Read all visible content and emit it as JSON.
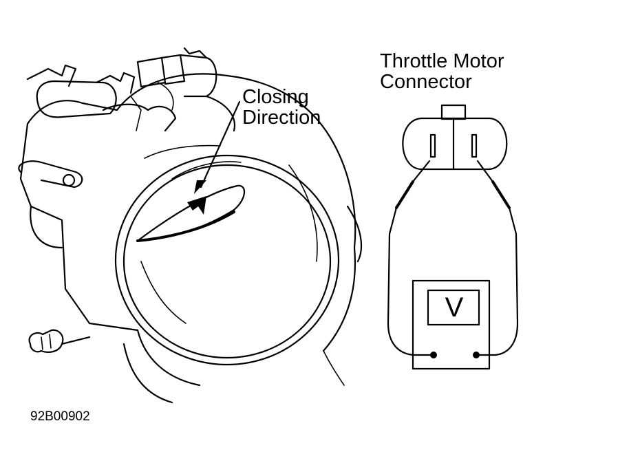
{
  "labels": {
    "closing_line1": "Closing",
    "closing_line2": "Direction",
    "connector_line1": "Throttle Motor",
    "connector_line2": "Connector",
    "figure_id": "92B00902"
  },
  "voltmeter": {
    "symbol": "V"
  },
  "icons": [
    "closing-direction-arrow",
    "voltmeter-icon",
    "probe-icon"
  ]
}
